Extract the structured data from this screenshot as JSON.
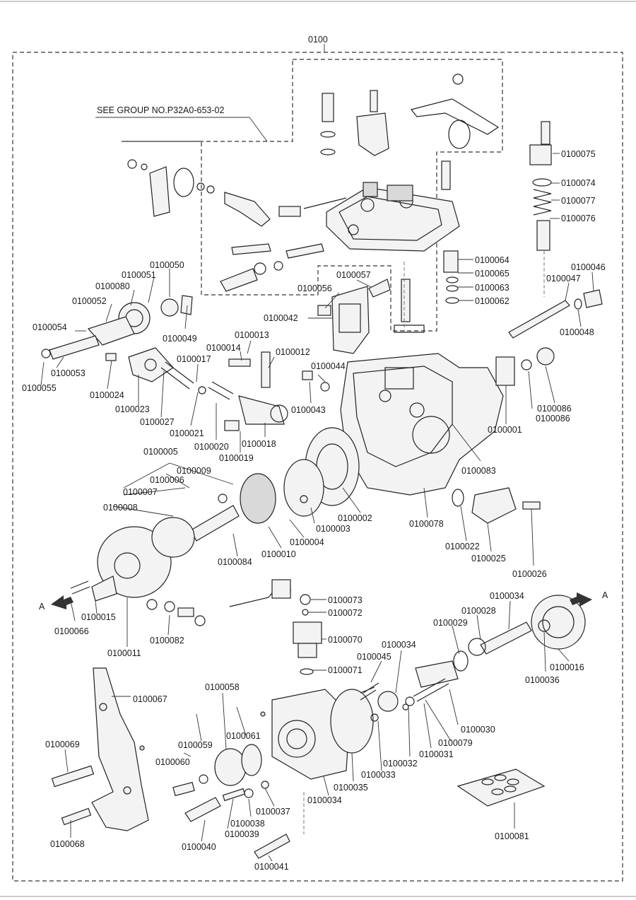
{
  "header": {
    "group_label": "0100"
  },
  "see_group": "SEE GROUP NO.P32A0-653-02",
  "arrows": {
    "left": "A",
    "right": "A"
  },
  "callouts": [
    {
      "id": "0100075"
    },
    {
      "id": "0100074"
    },
    {
      "id": "0100077"
    },
    {
      "id": "0100076"
    },
    {
      "id": "0100064"
    },
    {
      "id": "0100065"
    },
    {
      "id": "0100063"
    },
    {
      "id": "0100062"
    },
    {
      "id": "0100046"
    },
    {
      "id": "0100047"
    },
    {
      "id": "0100048"
    },
    {
      "id": "0100050"
    },
    {
      "id": "0100051"
    },
    {
      "id": "0100080"
    },
    {
      "id": "0100052"
    },
    {
      "id": "0100057"
    },
    {
      "id": "0100056"
    },
    {
      "id": "0100042"
    },
    {
      "id": "0100049"
    },
    {
      "id": "0100054"
    },
    {
      "id": "0100013"
    },
    {
      "id": "0100014"
    },
    {
      "id": "0100012"
    },
    {
      "id": "0100017"
    },
    {
      "id": "0100053"
    },
    {
      "id": "0100055"
    },
    {
      "id": "0100024"
    },
    {
      "id": "0100044"
    },
    {
      "id": "0100043"
    },
    {
      "id": "0100023"
    },
    {
      "id": "0100027"
    },
    {
      "id": "0100021"
    },
    {
      "id": "0100020"
    },
    {
      "id": "0100018"
    },
    {
      "id": "0100019"
    },
    {
      "id": "0100086"
    },
    {
      "id": "0100086"
    },
    {
      "id": "0100001"
    },
    {
      "id": "0100005"
    },
    {
      "id": "0100009"
    },
    {
      "id": "0100006"
    },
    {
      "id": "0100007"
    },
    {
      "id": "0100008"
    },
    {
      "id": "0100083"
    },
    {
      "id": "0100002"
    },
    {
      "id": "0100003"
    },
    {
      "id": "0100004"
    },
    {
      "id": "0100010"
    },
    {
      "id": "0100084"
    },
    {
      "id": "0100078"
    },
    {
      "id": "0100022"
    },
    {
      "id": "0100025"
    },
    {
      "id": "0100026"
    },
    {
      "id": "0100073"
    },
    {
      "id": "0100072"
    },
    {
      "id": "0100070"
    },
    {
      "id": "0100071"
    },
    {
      "id": "0100066"
    },
    {
      "id": "0100015"
    },
    {
      "id": "0100082"
    },
    {
      "id": "0100011"
    },
    {
      "id": "0100034"
    },
    {
      "id": "0100028"
    },
    {
      "id": "0100029"
    },
    {
      "id": "0100016"
    },
    {
      "id": "0100036"
    },
    {
      "id": "0100045"
    },
    {
      "id": "0100034"
    },
    {
      "id": "0100067"
    },
    {
      "id": "0100058"
    },
    {
      "id": "0100059"
    },
    {
      "id": "0100061"
    },
    {
      "id": "0100060"
    },
    {
      "id": "0100069"
    },
    {
      "id": "0100030"
    },
    {
      "id": "0100079"
    },
    {
      "id": "0100031"
    },
    {
      "id": "0100032"
    },
    {
      "id": "0100033"
    },
    {
      "id": "0100035"
    },
    {
      "id": "0100034"
    },
    {
      "id": "0100037"
    },
    {
      "id": "0100038"
    },
    {
      "id": "0100039"
    },
    {
      "id": "0100040"
    },
    {
      "id": "0100068"
    },
    {
      "id": "0100041"
    },
    {
      "id": "0100081"
    }
  ]
}
